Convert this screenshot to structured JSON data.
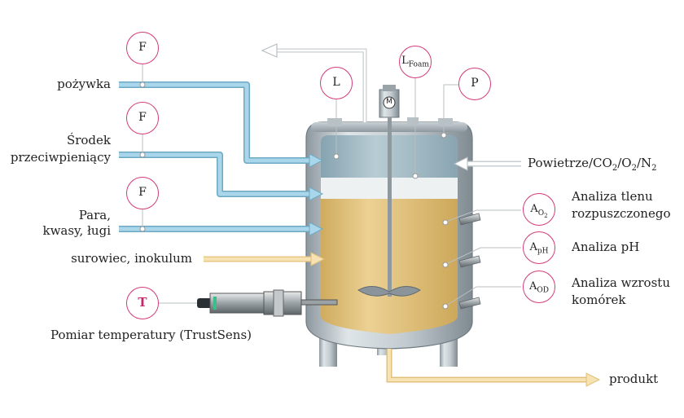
{
  "colors": {
    "pipe_blue": "#9ed0e6",
    "pipe_blue_edge": "#6ea9c4",
    "pipe_feed": "#f0d59a",
    "instrument_ring": "#d23a78",
    "vessel_steel": "#b9c3c9",
    "broth": "#e2c27f",
    "headspace": "#9fb8c3"
  },
  "instruments": {
    "f1": "F",
    "f2": "F",
    "f3": "F",
    "level": "L",
    "foam_base": "L",
    "foam_sub": "Foam",
    "pressure": "P",
    "motor": "M",
    "temp": "T",
    "a_o2_base": "A",
    "a_o2_sub": "O",
    "a_o2_subsub": "2",
    "a_ph_base": "A",
    "a_ph_sub": "pH",
    "a_od_base": "A",
    "a_od_sub": "OD"
  },
  "labels": {
    "pozywka": "pożywka",
    "srodek_1": "Środek",
    "srodek_2": "przeciwpieniący",
    "para_1": "Para,",
    "para_2": "kwasy, ługi",
    "surowiec": "surowiec, inokulum",
    "pomiar": "Pomiar temperatury (TrustSens)",
    "gas_parts": [
      "Powietrze/CO",
      "2",
      "/O",
      "2",
      "/N",
      "2"
    ],
    "tlen_1": "Analiza tlenu",
    "tlen_2": "rozpuszczonego",
    "ph": "Analiza pH",
    "wzrost_1": "Analiza wzrostu",
    "wzrost_2": "komórek",
    "produkt": "produkt"
  }
}
